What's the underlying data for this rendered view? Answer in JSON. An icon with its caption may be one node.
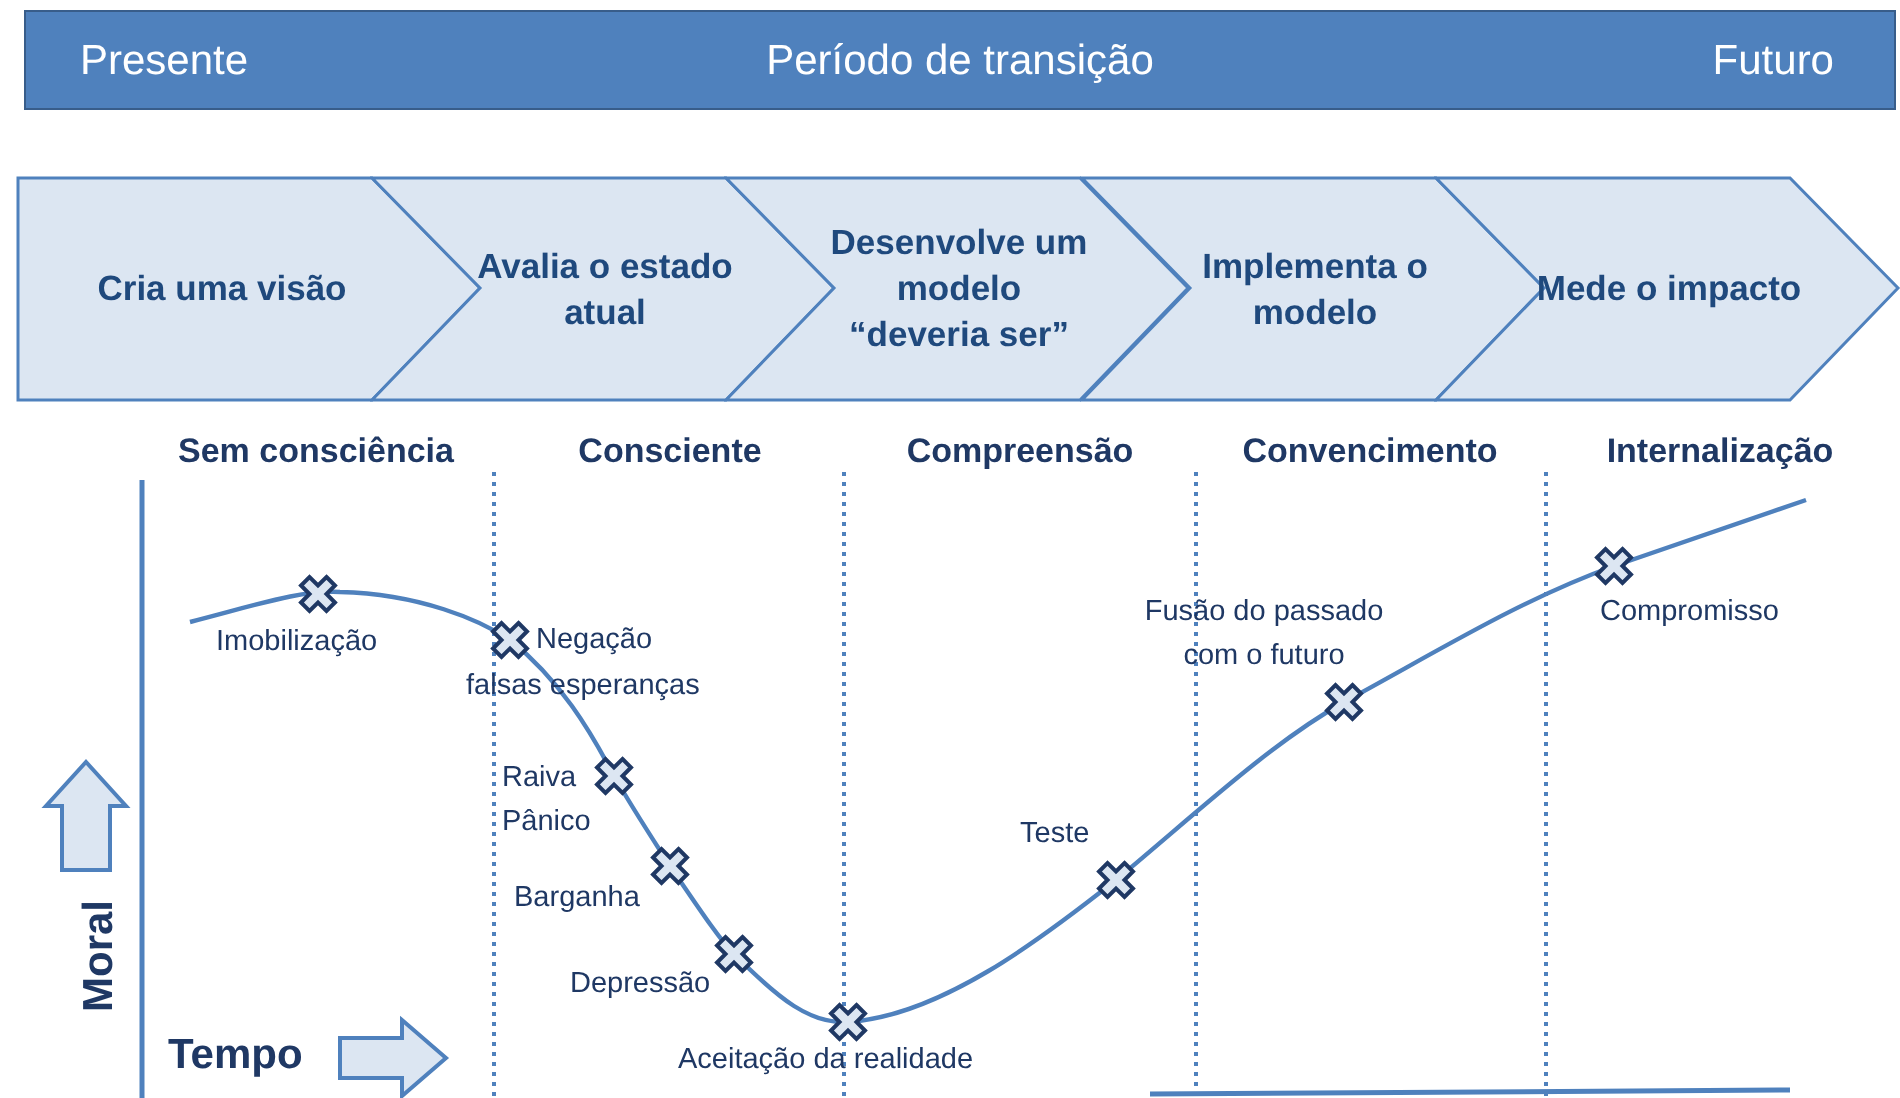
{
  "diagram": {
    "nodes": [
      {
        "text": [
          "Presente",
          "Período de transição",
          "Futuro"
        ]
      },
      {
        "text": [
          "Cria uma visão"
        ]
      },
      {
        "text": [
          "Avalia o estado atual"
        ]
      },
      {
        "text": [
          "Desenvolve um modelo “deveria ser”"
        ]
      },
      {
        "text": [
          "Implementa o modelo"
        ]
      },
      {
        "text": [
          "Mede o impacto"
        ]
      }
    ],
    "edges": [],
    "labels": [
      "Sem consciência",
      "Consciente",
      "Compreensão",
      "Convencimento",
      "Internalização",
      "Imobilização",
      "Negação",
      "falsas esperanças",
      "Raiva",
      "Pânico",
      "Barganha",
      "Depressão",
      "Aceitação da realidade",
      "Teste",
      "Fusão do passado com o futuro",
      "Compromisso",
      "Moral",
      "Tempo"
    ]
  }
}
